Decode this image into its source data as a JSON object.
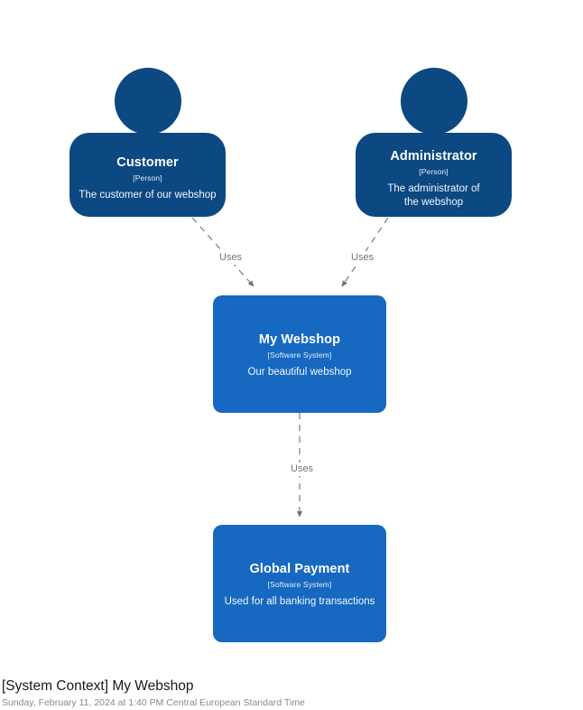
{
  "diagram": {
    "kind": "c4-system-context",
    "background_color": "#ffffff",
    "person_color": "#0c4882",
    "system_color": "#1668c1",
    "edge_color": "#707070",
    "nodes": [
      {
        "id": "customer",
        "shape": "person",
        "name": "Customer",
        "type": "[Person]",
        "description": "The customer of our webshop"
      },
      {
        "id": "administrator",
        "shape": "person",
        "name": "Administrator",
        "type": "[Person]",
        "description": "The administrator of the webshop"
      },
      {
        "id": "my_webshop",
        "shape": "software-system",
        "name": "My Webshop",
        "type": "[Software System]",
        "description": "Our beautiful webshop"
      },
      {
        "id": "global_payment",
        "shape": "software-system",
        "name": "Global Payment",
        "type": "[Software System]",
        "description": "Used for all banking transactions"
      }
    ],
    "edges": [
      {
        "id": "customer-uses-webshop",
        "from": "customer",
        "to": "my_webshop",
        "label": "Uses"
      },
      {
        "id": "administrator-uses-webshop",
        "from": "administrator",
        "to": "my_webshop",
        "label": "Uses"
      },
      {
        "id": "webshop-uses-payment",
        "from": "my_webshop",
        "to": "global_payment",
        "label": "Uses"
      }
    ]
  },
  "footer": {
    "title": "[System Context] My Webshop",
    "subtitle": "Sunday, February 11, 2024 at 1:40 PM Central European Standard Time"
  }
}
